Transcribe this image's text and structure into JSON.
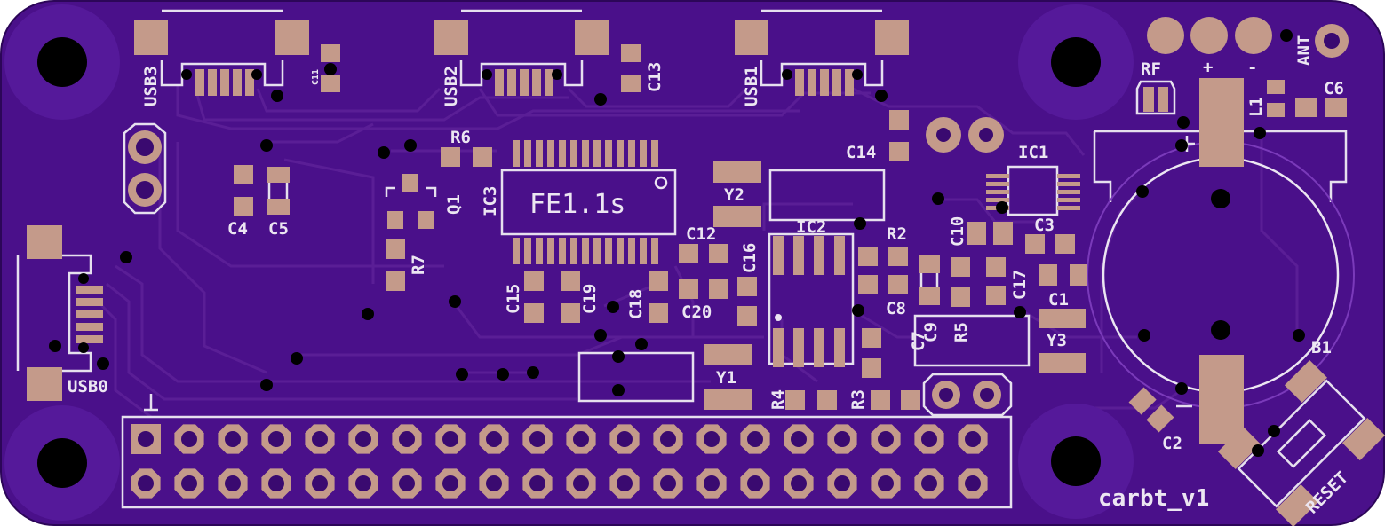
{
  "board": {
    "name": "carbt_v1",
    "colors": {
      "board": "#4a108a",
      "trace": "#5a1e96",
      "silkscreen": "#ece6f2",
      "pad": "#c49a8a",
      "hole": "#000000"
    }
  },
  "chip_marking": "FE1.1s",
  "labels": {
    "usb3": "USB3",
    "usb2": "USB2",
    "usb1": "USB1",
    "usb0": "USB0",
    "c11": "C11",
    "c13": "C13",
    "c4": "C4",
    "c5": "C5",
    "r6": "R6",
    "ic3": "IC3",
    "q1": "Q1",
    "r7": "R7",
    "y2": "Y2",
    "c14": "C14",
    "ic1": "IC1",
    "ic2": "IC2",
    "c12": "C12",
    "c16": "C16",
    "r2": "R2",
    "c10": "C10",
    "c3": "C3",
    "c17": "C17",
    "c1": "C1",
    "c15": "C15",
    "c19": "C19",
    "c18": "C18",
    "c20": "C20",
    "c8": "C8",
    "c9": "C9",
    "r5": "R5",
    "y3": "Y3",
    "c7": "C7",
    "y1": "Y1",
    "r4": "R4",
    "r3": "R3",
    "b1": "B1",
    "c2": "C2",
    "reset": "RESET",
    "rf": "RF",
    "plus": "+",
    "minus": "-",
    "ant": "ANT",
    "l1": "L1",
    "c6": "C6",
    "pin1": "1",
    "batt_plus": "+",
    "batt_minus": "-"
  }
}
